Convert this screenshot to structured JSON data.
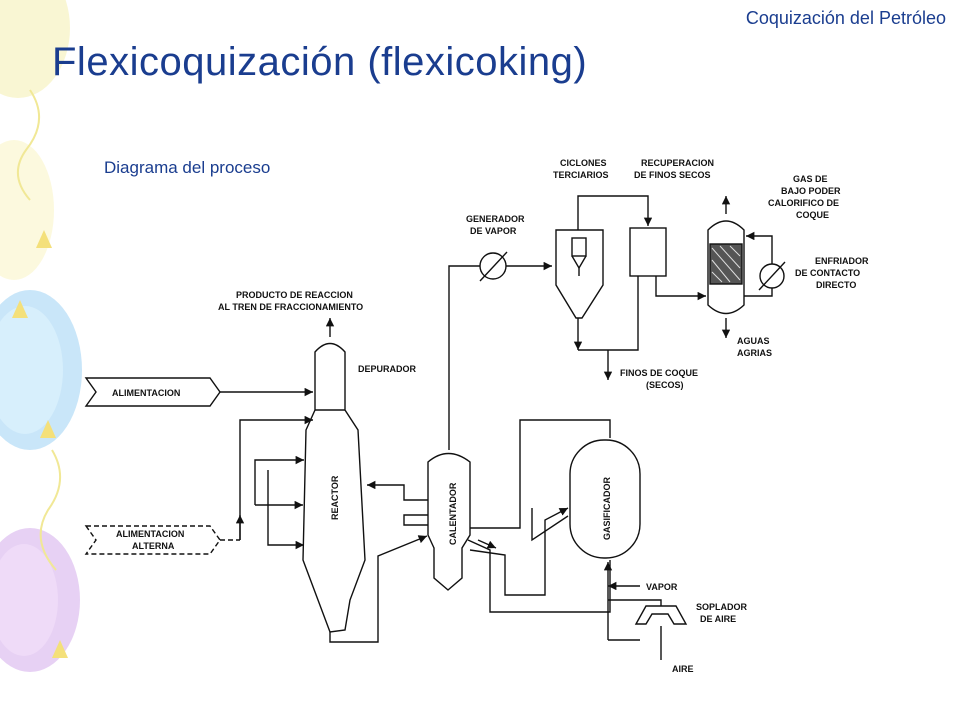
{
  "slide": {
    "header_tag": "Coquización del Petróleo",
    "title": "Flexicoquización (flexicoking)",
    "subtitle": "Diagrama del proceso"
  },
  "diagram": {
    "labels": {
      "ciclones_1": "CICLONES",
      "ciclones_2": "TERCIARIOS",
      "recuperacion_1": "RECUPERACION",
      "recuperacion_2": "DE FINOS SECOS",
      "gas_1": "GAS DE",
      "gas_2": "BAJO PODER",
      "gas_3": "CALORIFICO DE",
      "gas_4": "COQUE",
      "generador_1": "GENERADOR",
      "generador_2": "DE VAPOR",
      "enfriador_1": "ENFRIADOR",
      "enfriador_2": "DE CONTACTO",
      "enfriador_3": "DIRECTO",
      "producto_1": "PRODUCTO DE REACCION",
      "producto_2": "AL TREN DE FRACCIONAMIENTO",
      "aguas_1": "AGUAS",
      "aguas_2": "AGRIAS",
      "depurador": "DEPURADOR",
      "finos_1": "FINOS DE COQUE",
      "finos_2": "(SECOS)",
      "alimentacion": "ALIMENTACION",
      "alimentacion_alt_1": "ALIMENTACION",
      "alimentacion_alt_2": "ALTERNA",
      "reactor": "REACTOR",
      "calentador": "CALENTADOR",
      "gasificador": "GASIFICADOR",
      "vapor": "VAPOR",
      "soplador_1": "SOPLADOR",
      "soplador_2": "DE AIRE",
      "aire": "AIRE"
    }
  }
}
